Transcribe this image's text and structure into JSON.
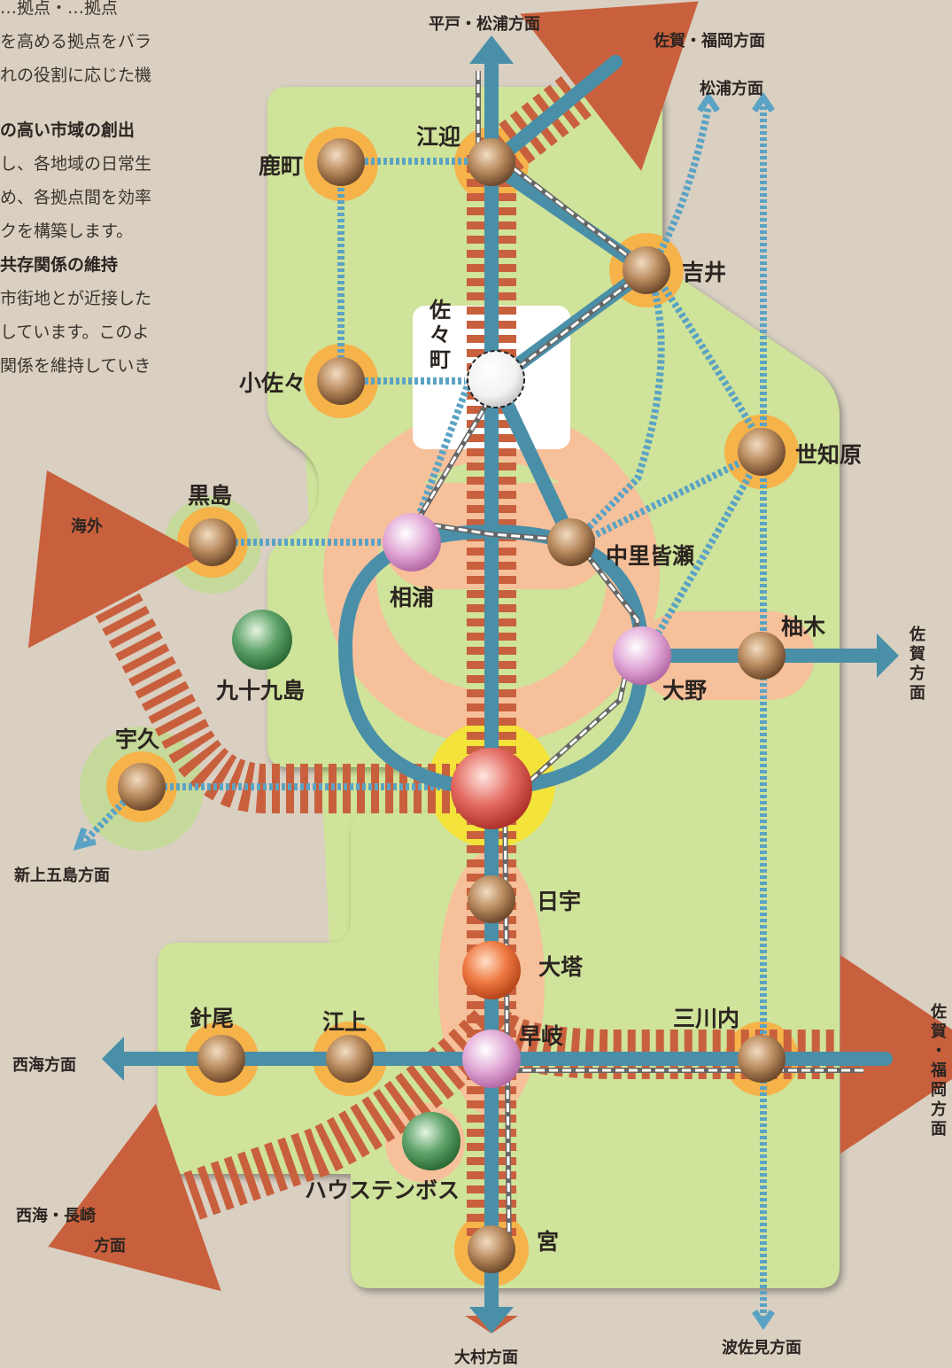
{
  "side_text": {
    "para1": [
      "…拠点・…拠点",
      "を高める拠点をバラ",
      "れの役割に応じた機"
    ],
    "heading2": "の高い市域の創出",
    "para2": [
      "し、各地域の日常生",
      "め、各拠点間を効率",
      "クを構築します。"
    ],
    "heading3": "共存関係の維持",
    "para3": [
      "市街地とが近接した",
      "しています。このよ",
      "関係を維持していき"
    ]
  },
  "stations": {
    "kashimachi": "鹿町",
    "emukae": "江迎",
    "yoshii": "吉井",
    "sazacho": "佐々町",
    "kosaza": "小佐々",
    "sechibaru": "世知原",
    "kuroshima": "黒島",
    "ainoura": "相浦",
    "nakasato": "中里皆瀬",
    "yunoki": "柚木",
    "kujukushima": "九十九島",
    "ono": "大野",
    "uku": "宇久",
    "hiu": "日宇",
    "oto": "大塔",
    "haio": "針尾",
    "egami": "江上",
    "haiki": "早岐",
    "mikawachi": "三川内",
    "huistenbosch": "ハウステンボス",
    "miya": "宮"
  },
  "directions": {
    "hirado": "平戸・松浦方面",
    "saga_fukuoka_top": "佐賀・福岡方面",
    "matsuura": "松浦方面",
    "kaigai": "海外",
    "saga_right": "佐賀方面",
    "shinkamigoto": "新上五島方面",
    "saikai": "西海方面",
    "saga_fukuoka_right": "佐賀・福岡方面",
    "saikai_nagasaki": "西海・長崎",
    "saikai_nagasaki_2": "方面",
    "omura": "大村方面",
    "hasami": "波佐見方面"
  },
  "colors": {
    "region": "#cfe39a",
    "road": "#c9603d",
    "rail": "#4a8fa8",
    "dotted": "#5ba3c4",
    "halo": "#f6c09a",
    "halo_yellow": "#f3e33a",
    "halo_orange": "#f6b34a"
  }
}
